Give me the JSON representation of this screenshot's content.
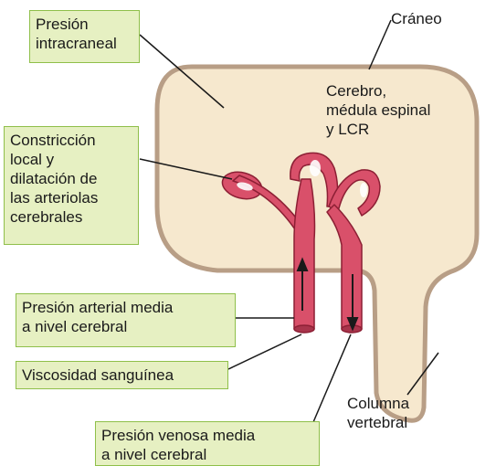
{
  "labels": {
    "intracranial_pressure": "Presión\nintracraneal",
    "skull": "Cráneo",
    "brain_contents": "Cerebro,\nmédula espinal\ny LCR",
    "local_constriction": "Constricción\nlocal y\ndilatación de\nlas arteriolas\ncerebrales",
    "mean_arterial_pressure": "Presión arterial media\na nivel cerebral",
    "blood_viscosity": "Viscosidad sanguínea",
    "spinal_column": "Columna\nvertebral",
    "mean_venous_pressure": "Presión venosa media\na nivel cerebral"
  },
  "colors": {
    "skull_border": "#b89e86",
    "cranial_fill": "#f6e8ce",
    "vessel_fill": "#d9506a",
    "vessel_stroke": "#8c1f34",
    "box_fill": "#e6f0c2",
    "box_border": "#8fbf4a",
    "leader_line": "#1a1a1a"
  }
}
